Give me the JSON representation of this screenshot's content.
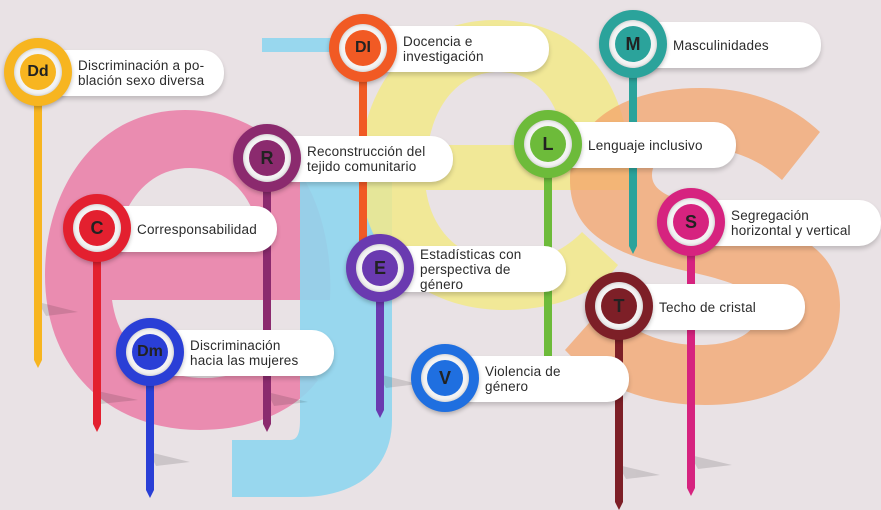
{
  "pins": [
    {
      "code": "Dd",
      "label": "Discriminación a po-\nblación sexo diversa",
      "color": "#f7b520",
      "code_bg": "#f7b520",
      "code_text": "#222222"
    },
    {
      "code": "DI",
      "label": "Docencia e\ninvestigación",
      "color": "#f15a24",
      "code_bg": "#f15a24",
      "code_text": "#222222"
    },
    {
      "code": "M",
      "label": "Masculinidades",
      "color": "#2ba39b",
      "code_bg": "#2ba39b",
      "code_text": "#222222"
    },
    {
      "code": "R",
      "label": "Reconstrucción del\ntejido comunitario",
      "color": "#8b2a6e",
      "code_bg": "#8b2a6e",
      "code_text": "#222222"
    },
    {
      "code": "L",
      "label": "Lenguaje inclusivo",
      "color": "#6dbb3a",
      "code_bg": "#6dbb3a",
      "code_text": "#222222"
    },
    {
      "code": "C",
      "label": "Corresponsabilidad",
      "color": "#e3202f",
      "code_bg": "#e3202f",
      "code_text": "#222222"
    },
    {
      "code": "S",
      "label": "Segregación\nhorizontal y vertical",
      "color": "#d6237f",
      "code_bg": "#d6237f",
      "code_text": "#222222"
    },
    {
      "code": "E",
      "label": "Estadísticas con\nperspectiva de género",
      "color": "#6a3ab0",
      "code_bg": "#6a3ab0",
      "code_text": "#222222"
    },
    {
      "code": "T",
      "label": "Techo de cristal",
      "color": "#7d1f27",
      "code_bg": "#7d1f27",
      "code_text": "#222222"
    },
    {
      "code": "Dm",
      "label": "Discriminación\nhacia las mujeres",
      "color": "#2a3fd6",
      "code_bg": "#2a3fd6",
      "code_text": "#222222"
    },
    {
      "code": "V",
      "label": "Violencia de\ngénero",
      "color": "#1f6fe0",
      "code_bg": "#1f6fe0",
      "code_text": "#222222"
    }
  ],
  "background": {
    "word": "ejes",
    "letter_colors": [
      "#ea7ca7",
      "#8fd6ee",
      "#f2e98a",
      "#f3a46b"
    ]
  }
}
